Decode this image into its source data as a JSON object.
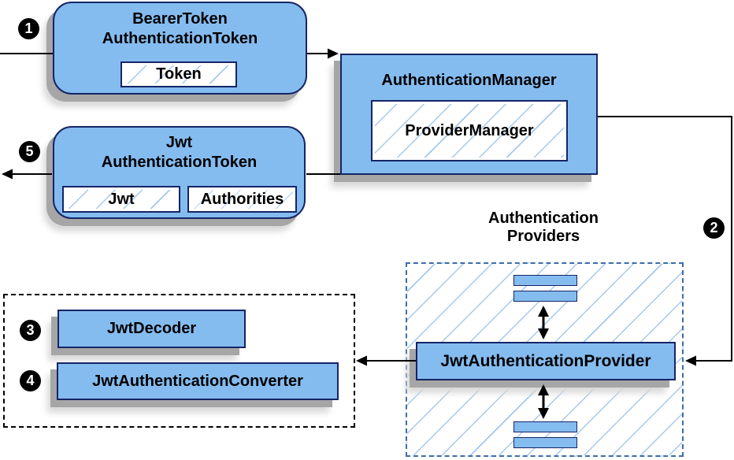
{
  "colors": {
    "node_fill": "#85bcf0",
    "node_border": "#152566",
    "inner_fill": "#ffffff",
    "hatch_line": "#a5c8ee",
    "hatch_line_light": "#c9def5",
    "container_dash": "#3d6da8",
    "black_dash": "#000000",
    "arrow": "#000000",
    "shadow_dark": "#a6a6a6",
    "shadow_light": "#d9d9d9",
    "text": "#000000",
    "badge_bg": "#000000",
    "badge_text": "#ffffff"
  },
  "badges": {
    "step1": "1",
    "step2": "2",
    "step3": "3",
    "step4": "4",
    "step5": "5"
  },
  "nodes": {
    "bearer_token": {
      "title_line1": "BearerToken",
      "title_line2": "AuthenticationToken",
      "inner": "Token"
    },
    "authentication_manager": {
      "title": "AuthenticationManager",
      "inner": "ProviderManager"
    },
    "jwt_authentication_token": {
      "title_line1": "Jwt",
      "title_line2": "AuthenticationToken",
      "inner1": "Jwt",
      "inner2": "Authorities"
    },
    "authentication_providers": {
      "title_line1": "Authentication",
      "title_line2": "Providers"
    },
    "jwt_authentication_provider": {
      "label": "JwtAuthenticationProvider"
    },
    "jwt_decoder": {
      "label": "JwtDecoder"
    },
    "jwt_authentication_converter": {
      "label": "JwtAuthenticationConverter"
    }
  }
}
